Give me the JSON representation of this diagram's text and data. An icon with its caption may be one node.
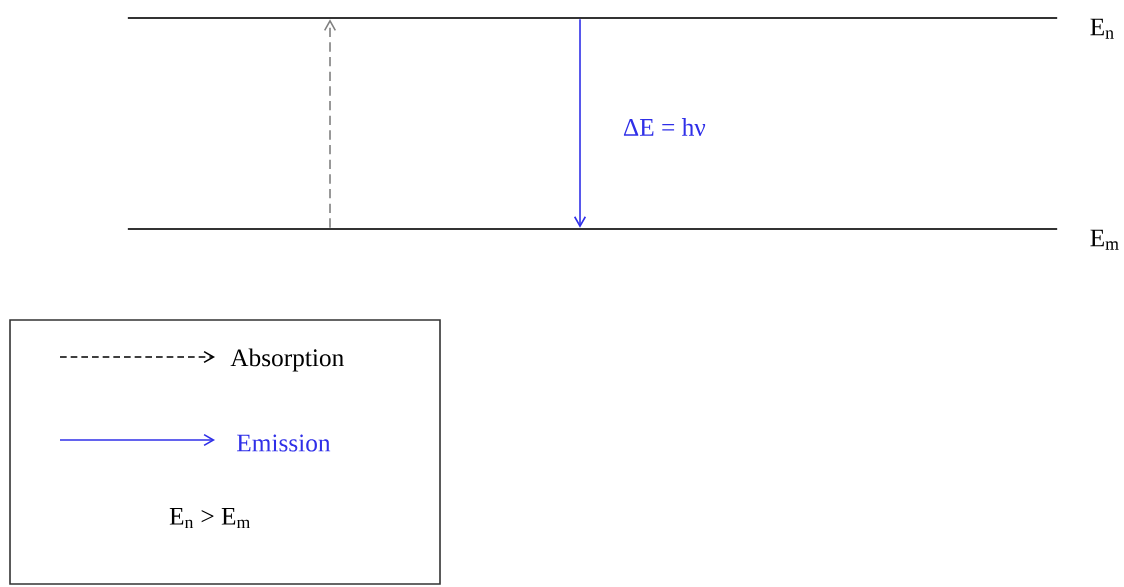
{
  "diagram": {
    "nodes": [
      {
        "text": [
          "E$_{n}$"
        ]
      },
      {
        "text": [
          "E$_{m}$"
        ]
      }
    ],
    "edges": [
      {
        "from": 1,
        "to": 0,
        "arrow": "to",
        "style": "dashed",
        "color": "#808080"
      },
      {
        "from": 0,
        "to": 1,
        "arrow": "to",
        "label": "ΔE = hν",
        "color": "#2f2fe8"
      }
    ],
    "labels": [
      "E$_{n}$ > E$_{m}$"
    ],
    "legend": [
      {
        "text": "Absorption"
      },
      {
        "text": "Emission"
      }
    ]
  }
}
